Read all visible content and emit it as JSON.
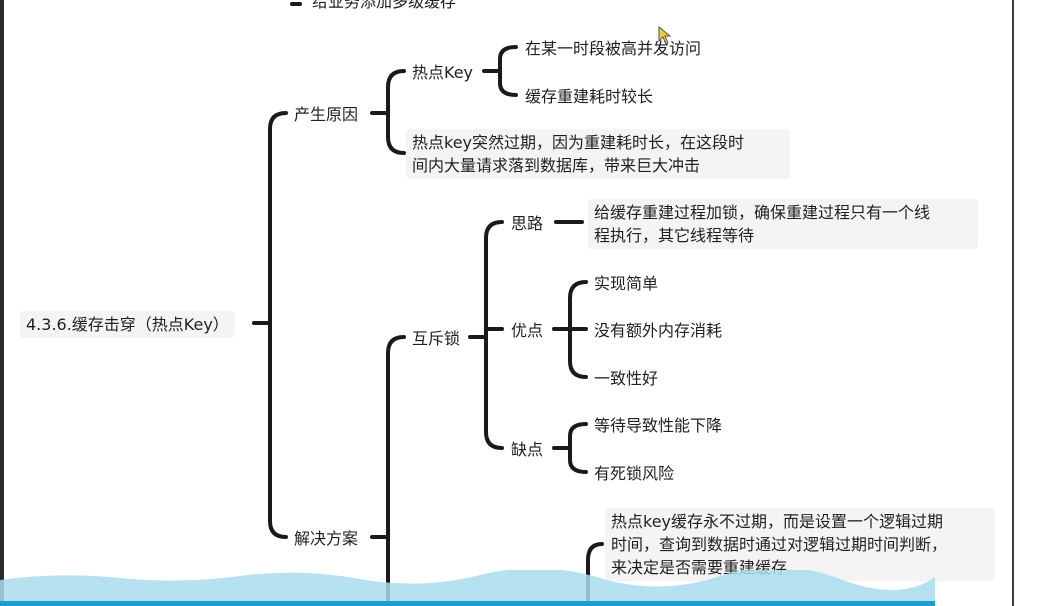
{
  "diagram": {
    "cut_top_text": "给业务添加多级缓存",
    "root": "4.3.6.缓存击穿（热点Key）",
    "cause": {
      "label": "产生原因",
      "hotkey": {
        "label": "热点Key",
        "items": [
          "在某一时段被高并发访问",
          "缓存重建耗时较长"
        ]
      },
      "explain_line1": "热点key突然过期，因为重建耗时长，在这段时",
      "explain_line2": "间内大量请求落到数据库，带来巨大冲击"
    },
    "solution": {
      "label": "解决方案",
      "mutex": {
        "label": "互斥锁",
        "idea": {
          "label": "思路",
          "text_line1": "给缓存重建过程加锁，确保重建过程只有一个线",
          "text_line2": "程执行，其它线程等待"
        },
        "pros": {
          "label": "优点",
          "items": [
            "实现简单",
            "没有额外内存消耗",
            "一致性好"
          ]
        },
        "cons": {
          "label": "缺点",
          "items": [
            "等待导致性能下降",
            "有死锁风险"
          ]
        }
      },
      "logical_expire": {
        "text_line1": "热点key缓存永不过期，而是设置一个逻辑过期",
        "text_line2": "时间，查询到数据时通过对逻辑过期时间判断，",
        "text_line3": "来决定是否需要重建缓存"
      }
    }
  },
  "colors": {
    "line": "#1a1a1a",
    "node_bg": "#f4f4f4",
    "wave": "#a9dcef",
    "wave_bottom": "#1b9ed3",
    "cursor": "#e8d23a"
  }
}
